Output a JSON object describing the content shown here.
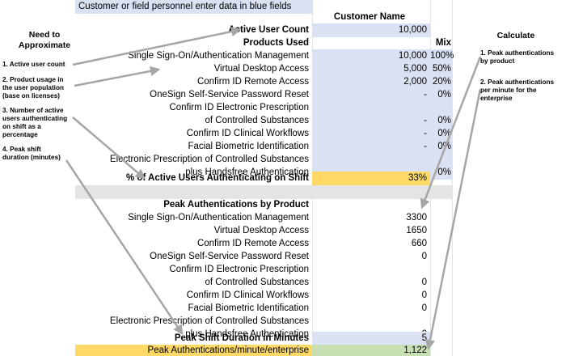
{
  "banner": "Customer or field personnel enter data in blue fields",
  "left_panel": {
    "title": "Need to Approximate",
    "notes": [
      "1. Active user count",
      "2. Product usage in the user population (base on licenses)",
      "3. Number of active users authenticating on shift as a percentage",
      "4. Peak shift duration (minutes)"
    ]
  },
  "right_panel": {
    "title": "Calculate",
    "notes": [
      "1. Peak authentications by product",
      "2. Peak authentications per minute for the enterprise"
    ]
  },
  "sheet": {
    "customer_name_header": "Customer Name",
    "active_user_count": {
      "label": "Active User Count",
      "value": "10,000"
    },
    "products_used": {
      "label": "Products Used",
      "mix_header": "Mix"
    },
    "products": [
      {
        "line1": "Single Sign-On/Authentication Management",
        "users": "10,000",
        "mix": "100%"
      },
      {
        "line1": "Virtual Desktop Access",
        "users": "5,000",
        "mix": "50%"
      },
      {
        "line1": "Confirm ID Remote Access",
        "users": "2,000",
        "mix": "20%"
      },
      {
        "line1": "OneSign Self-Service Password Reset",
        "users": "-",
        "mix": "0%"
      },
      {
        "line1": "Confirm ID Electronic Prescription",
        "line2": "of Controlled Substances",
        "users": "-",
        "mix": "0%"
      },
      {
        "line1": "Confirm ID Clinical Workflows",
        "users": "-",
        "mix": "0%"
      },
      {
        "line1": "Facial Biometric Identification",
        "users": "-",
        "mix": "0%"
      },
      {
        "line1": "Electronic Prescription of Controlled Substances",
        "line2": "plus Handsfree Authentication",
        "users": "-",
        "mix": "0%"
      }
    ],
    "pct_authenticating": {
      "label": "% of Active Users Authenticating on Shift",
      "value": "33%"
    },
    "peak_by_product": {
      "label": "Peak Authentications by Product"
    },
    "peaks": [
      {
        "line1": "Single Sign-On/Authentication Management",
        "value": "3300"
      },
      {
        "line1": "Virtual Desktop Access",
        "value": "1650"
      },
      {
        "line1": "Confirm ID Remote Access",
        "value": "660"
      },
      {
        "line1": "OneSign Self-Service Password Reset",
        "value": "0"
      },
      {
        "line1": "Confirm ID Electronic Prescription",
        "line2": "of Controlled Substances",
        "value": "0"
      },
      {
        "line1": "Confirm ID Clinical Workflows",
        "value": "0"
      },
      {
        "line1": "Facial Biometric Identification",
        "value": "0"
      },
      {
        "line1": "Electronic Prescription of Controlled Substances",
        "line2": "plus Handsfree Authentication",
        "value": "0"
      }
    ],
    "peak_shift_duration": {
      "label": "Peak Shift Duration in Minutes",
      "value": "5"
    },
    "peak_per_minute": {
      "label": "Peak Authentications/minute/enterprise",
      "value": "1,122"
    }
  },
  "colors": {
    "input_blue": "#d9e1f2",
    "highlight_yellow": "#ffd966",
    "result_green": "#c6e0b4",
    "arrow_gray": "#a6a6a6"
  }
}
